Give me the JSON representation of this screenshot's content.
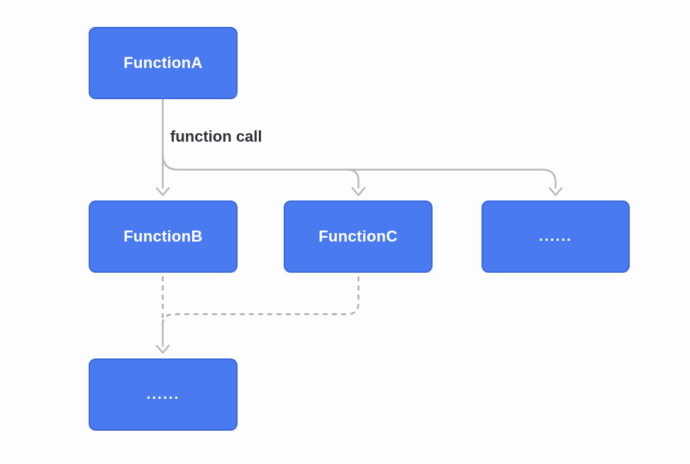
{
  "nodes": {
    "function_a": {
      "label": "FunctionA"
    },
    "function_b": {
      "label": "FunctionB"
    },
    "function_c": {
      "label": "FunctionC"
    },
    "more_callees": {
      "label": "......"
    },
    "more_nested": {
      "label": "......"
    }
  },
  "edges": {
    "call_label": "function call"
  },
  "colors": {
    "node_fill": "#4a7af0",
    "node_border": "#3a68da",
    "node_text": "#ffffff",
    "connector": "#b5b8bb",
    "dashed": "#aaaeb3",
    "label_text": "#2e3338",
    "background": "#fdfdfd"
  }
}
